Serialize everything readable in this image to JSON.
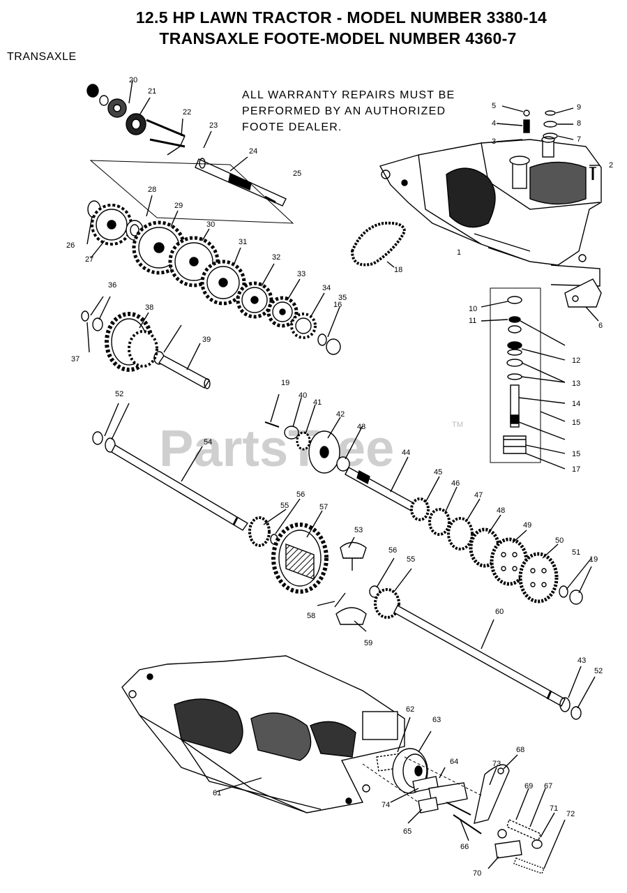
{
  "header": {
    "title_line1": "12.5 HP LAWN TRACTOR - MODEL NUMBER 3380-14",
    "title_line2": "TRANSAXLE FOOTE-MODEL NUMBER 4360-7",
    "section": "TRANSAXLE"
  },
  "note": {
    "line1": "ALL WARRANTY REPAIRS MUST BE",
    "line2": "PERFORMED BY AN AUTHORIZED",
    "line3": "FOOTE DEALER."
  },
  "watermark": {
    "text": "PartsTree",
    "mark": "TM"
  },
  "callouts": [
    "1",
    "2",
    "3",
    "4",
    "5",
    "6",
    "7",
    "8",
    "9",
    "10",
    "11",
    "12",
    "13",
    "14",
    "15",
    "16",
    "17",
    "18",
    "19",
    "20",
    "21",
    "22",
    "23",
    "24",
    "25",
    "26",
    "27",
    "28",
    "29",
    "30",
    "31",
    "32",
    "33",
    "34",
    "35",
    "36",
    "37",
    "38",
    "39",
    "40",
    "41",
    "42",
    "43",
    "44",
    "45",
    "46",
    "47",
    "48",
    "49",
    "50",
    "51",
    "52",
    "53",
    "54",
    "55",
    "56",
    "57",
    "58",
    "59",
    "60",
    "61",
    "62",
    "63",
    "64",
    "65",
    "66",
    "67",
    "68",
    "69",
    "70",
    "71",
    "72",
    "73",
    "74"
  ]
}
